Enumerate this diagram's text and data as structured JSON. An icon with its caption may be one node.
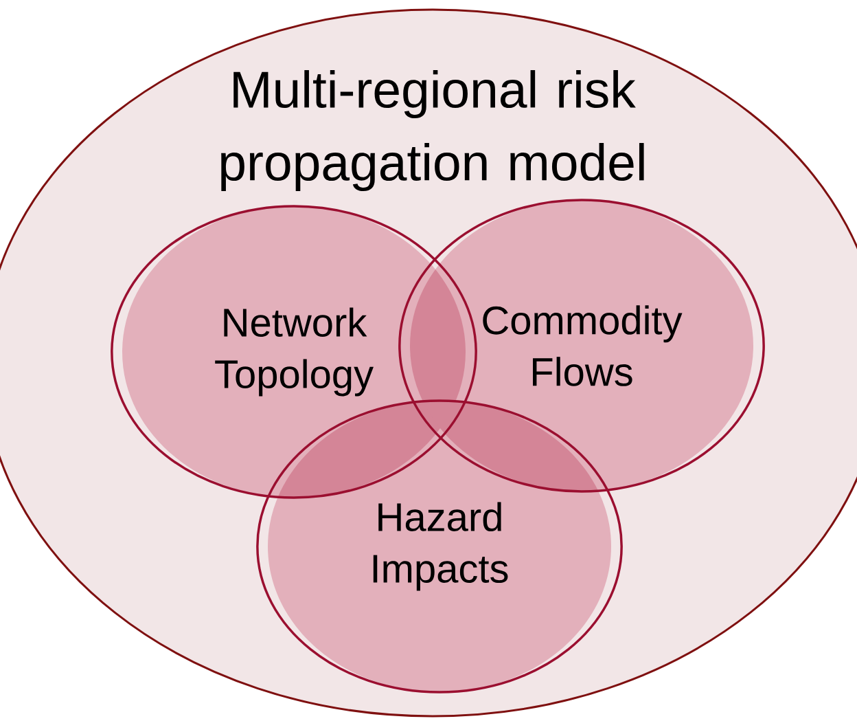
{
  "diagram": {
    "nodes": [
      {
        "text": [
          "Multi-regional risk propagation model"
        ]
      },
      {
        "text": [
          "Network Topology"
        ],
        "in": 0
      },
      {
        "text": [
          "Commodity Flows"
        ],
        "in": 0
      },
      {
        "text": [
          "Hazard Impacts"
        ],
        "in": 0
      }
    ]
  }
}
